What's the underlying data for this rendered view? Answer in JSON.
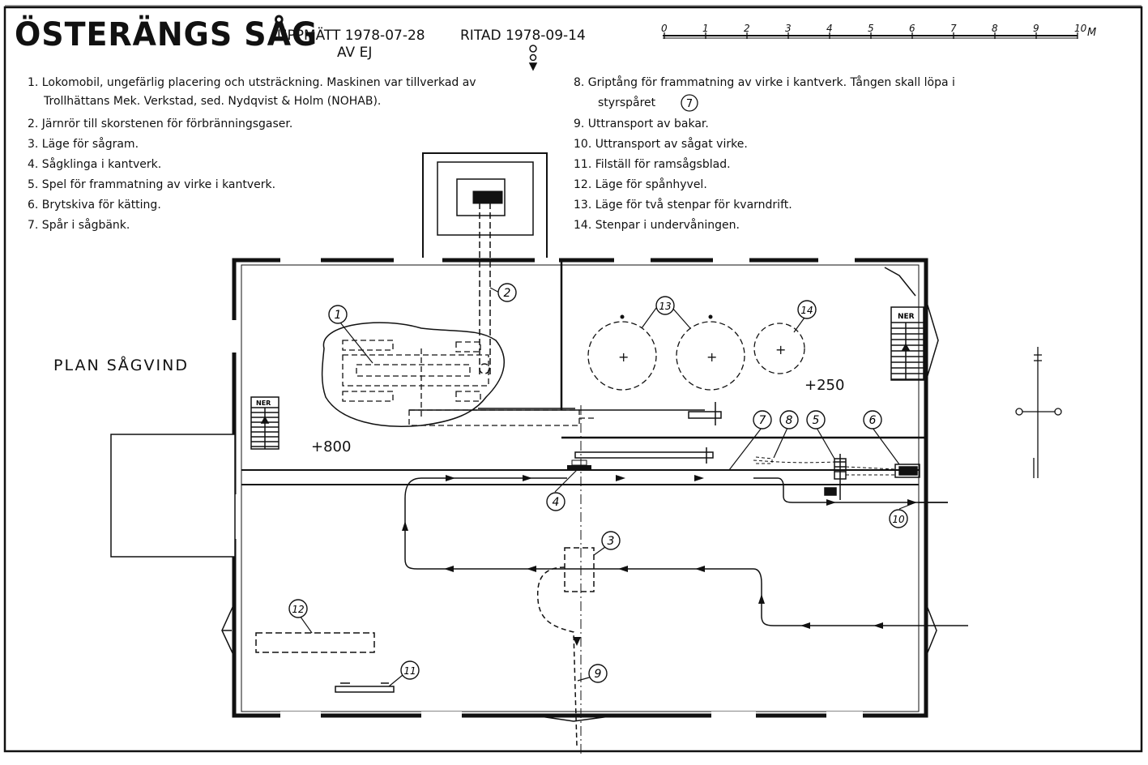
{
  "title": {
    "main": "ÖSTERÄNGS SÅG",
    "measured": "UPPMÄTT 1978-07-28",
    "drawn": "RITAD 1978-09-14",
    "author": "AV EJ"
  },
  "scale": {
    "ticks": [
      "0",
      "1",
      "2",
      "3",
      "4",
      "5",
      "6",
      "7",
      "8",
      "9",
      "10"
    ],
    "unit": "M"
  },
  "legend_left": [
    "1. Lokomobil, ungefärlig placering och utsträckning. Maskinen var tillverkad av",
    "Trollhättans Mek. Verkstad, sed. Nydqvist & Holm (NOHAB).",
    "2. Järnrör till skorstenen för förbränningsgaser.",
    "3. Läge för sågram.",
    "4. Sågklinga i kantverk.",
    "5. Spel för frammatning av virke i kantverk.",
    "6. Brytskiva för kätting.",
    "7. Spår i sågbänk."
  ],
  "legend_right": [
    "8. Griptång för frammatning av virke i kantverk. Tången skall löpa i",
    "styrspåret",
    "9. Uttransport av bakar.",
    "10. Uttransport av sågat virke.",
    "11. Filställ för ramsågsblad.",
    "12. Läge för spånhyvel.",
    "13. Läge för två stenpar för kvarndrift.",
    "14. Stenpar i undervåningen."
  ],
  "legend_ref_circle": "7",
  "plan": {
    "label": "PLAN SÅGVIND",
    "elev_left": "+800",
    "elev_right": "+250",
    "stair_label": "NER"
  },
  "markers": [
    "1",
    "2",
    "3",
    "4",
    "5",
    "6",
    "7",
    "8",
    "9",
    "10",
    "11",
    "12",
    "13",
    "14"
  ]
}
